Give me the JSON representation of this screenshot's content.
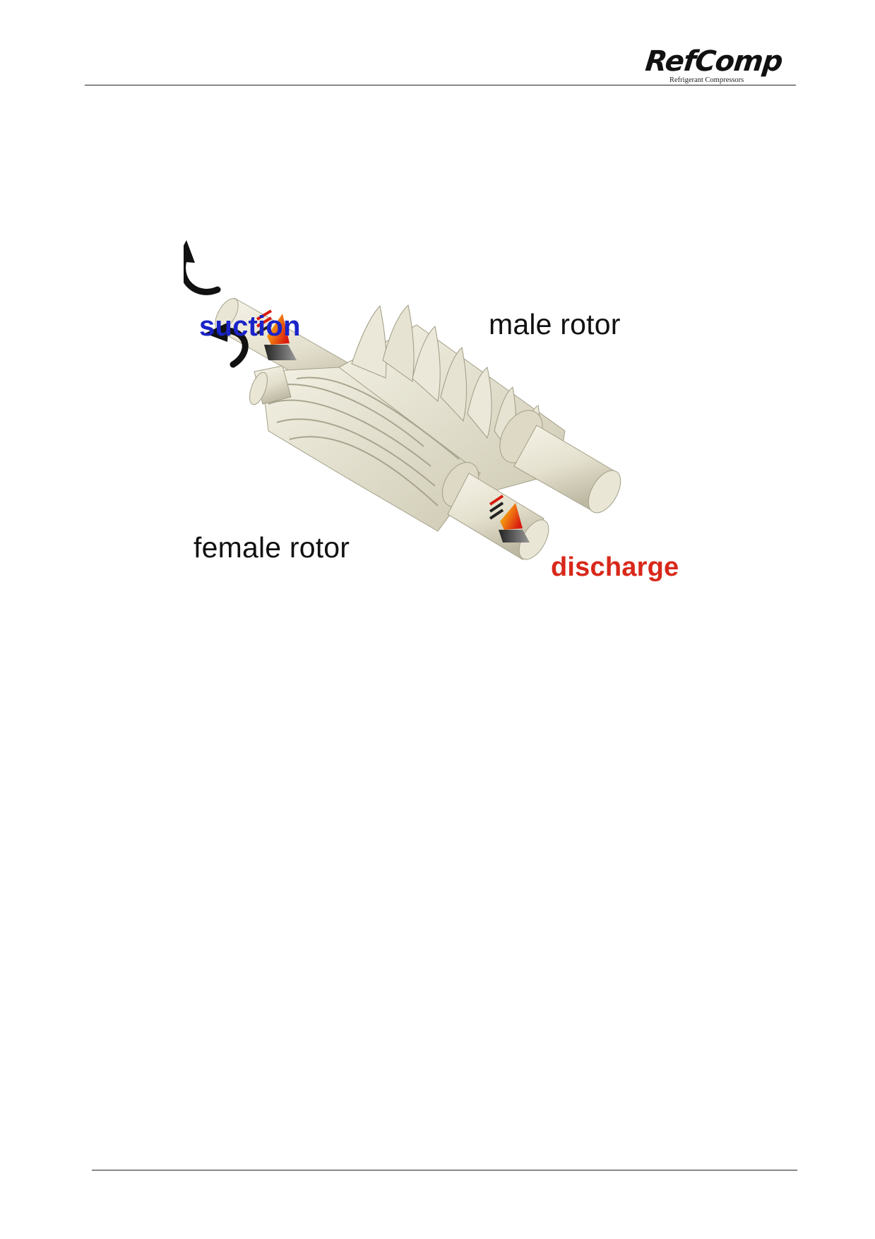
{
  "header": {
    "logo_text": "RefComp",
    "logo_tagline": "Refrigerant Compressors"
  },
  "figure": {
    "label_suction": "suction",
    "label_male_rotor": "male rotor",
    "label_female_rotor": "female rotor",
    "label_discharge": "discharge"
  },
  "colors": {
    "suction": "#1a24c8",
    "discharge": "#d8281a",
    "rotor": "#e8e5d4",
    "rotor_shadow": "#b9b59f"
  }
}
